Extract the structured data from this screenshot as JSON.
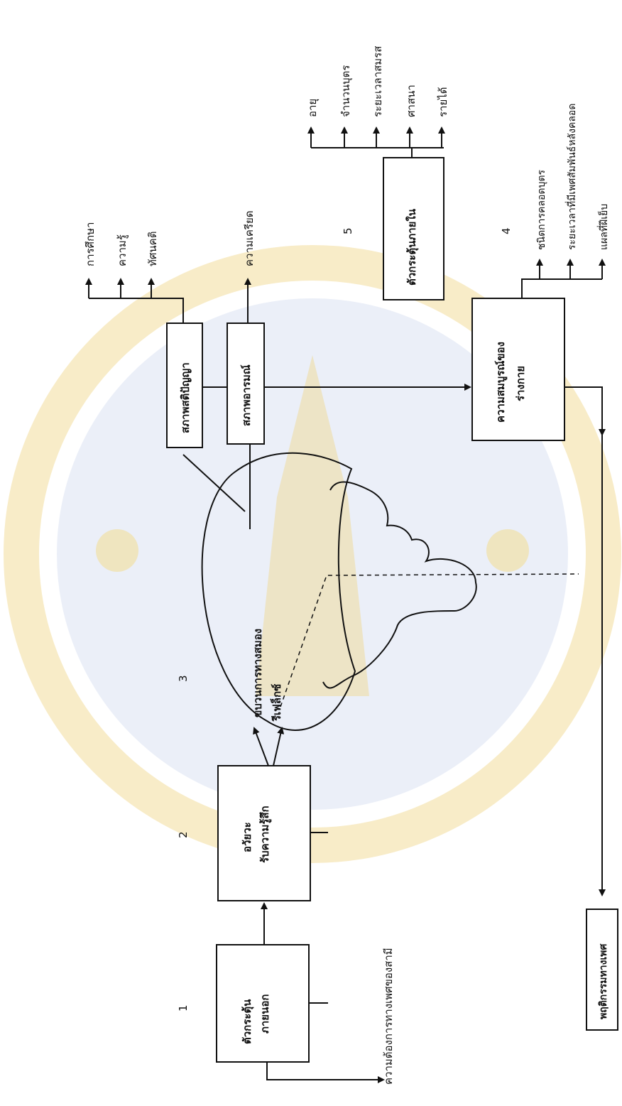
{
  "numbers": {
    "n1": "1",
    "n2": "2",
    "n3": "3",
    "n4": "4",
    "n5": "5"
  },
  "boxes": {
    "external_factor_line1": "ตัวกระตุ้น",
    "external_factor_line2": "ภายนอก",
    "sensory_line1": "อวัยวะ",
    "sensory_line2": "รับความรู้สึก",
    "intellectual_state": "สภาพสติปัญญา",
    "emotional_state": "สภาพอารมณ์",
    "physical_readiness_line1": "ความสมบูรณ์ของ",
    "physical_readiness_line2": "ร่างกาย",
    "internal_factor": "ตัวกระตุ้นภายใน",
    "sexual_behavior": "พฤติกรรมทางเพศ"
  },
  "brain_process": {
    "line1": "ขบวนการทางสมอง",
    "line2": "รีเฟล็กซ์"
  },
  "husband_need": "ความต้องการทางเพศของสามี",
  "intellect_factors": [
    "การศึกษา",
    "ความรู้",
    "ทัศนคติ"
  ],
  "emotion_factor": "ความเครียด",
  "internal_factors": [
    "อายุ",
    "จำนวนบุตร",
    "ระยะเวลาสมรส",
    "ศาสนา",
    "รายได้"
  ],
  "physical_factors": [
    "ชนิดการคลอดบุตร",
    "ระยะเวลาที่มีเพศสัมพันธ์หลังคลอด",
    "แผลที่ฝีเย็บ"
  ],
  "watermark_colors": {
    "gold": "#f2dd9a",
    "blue": "#dbe1f3"
  }
}
